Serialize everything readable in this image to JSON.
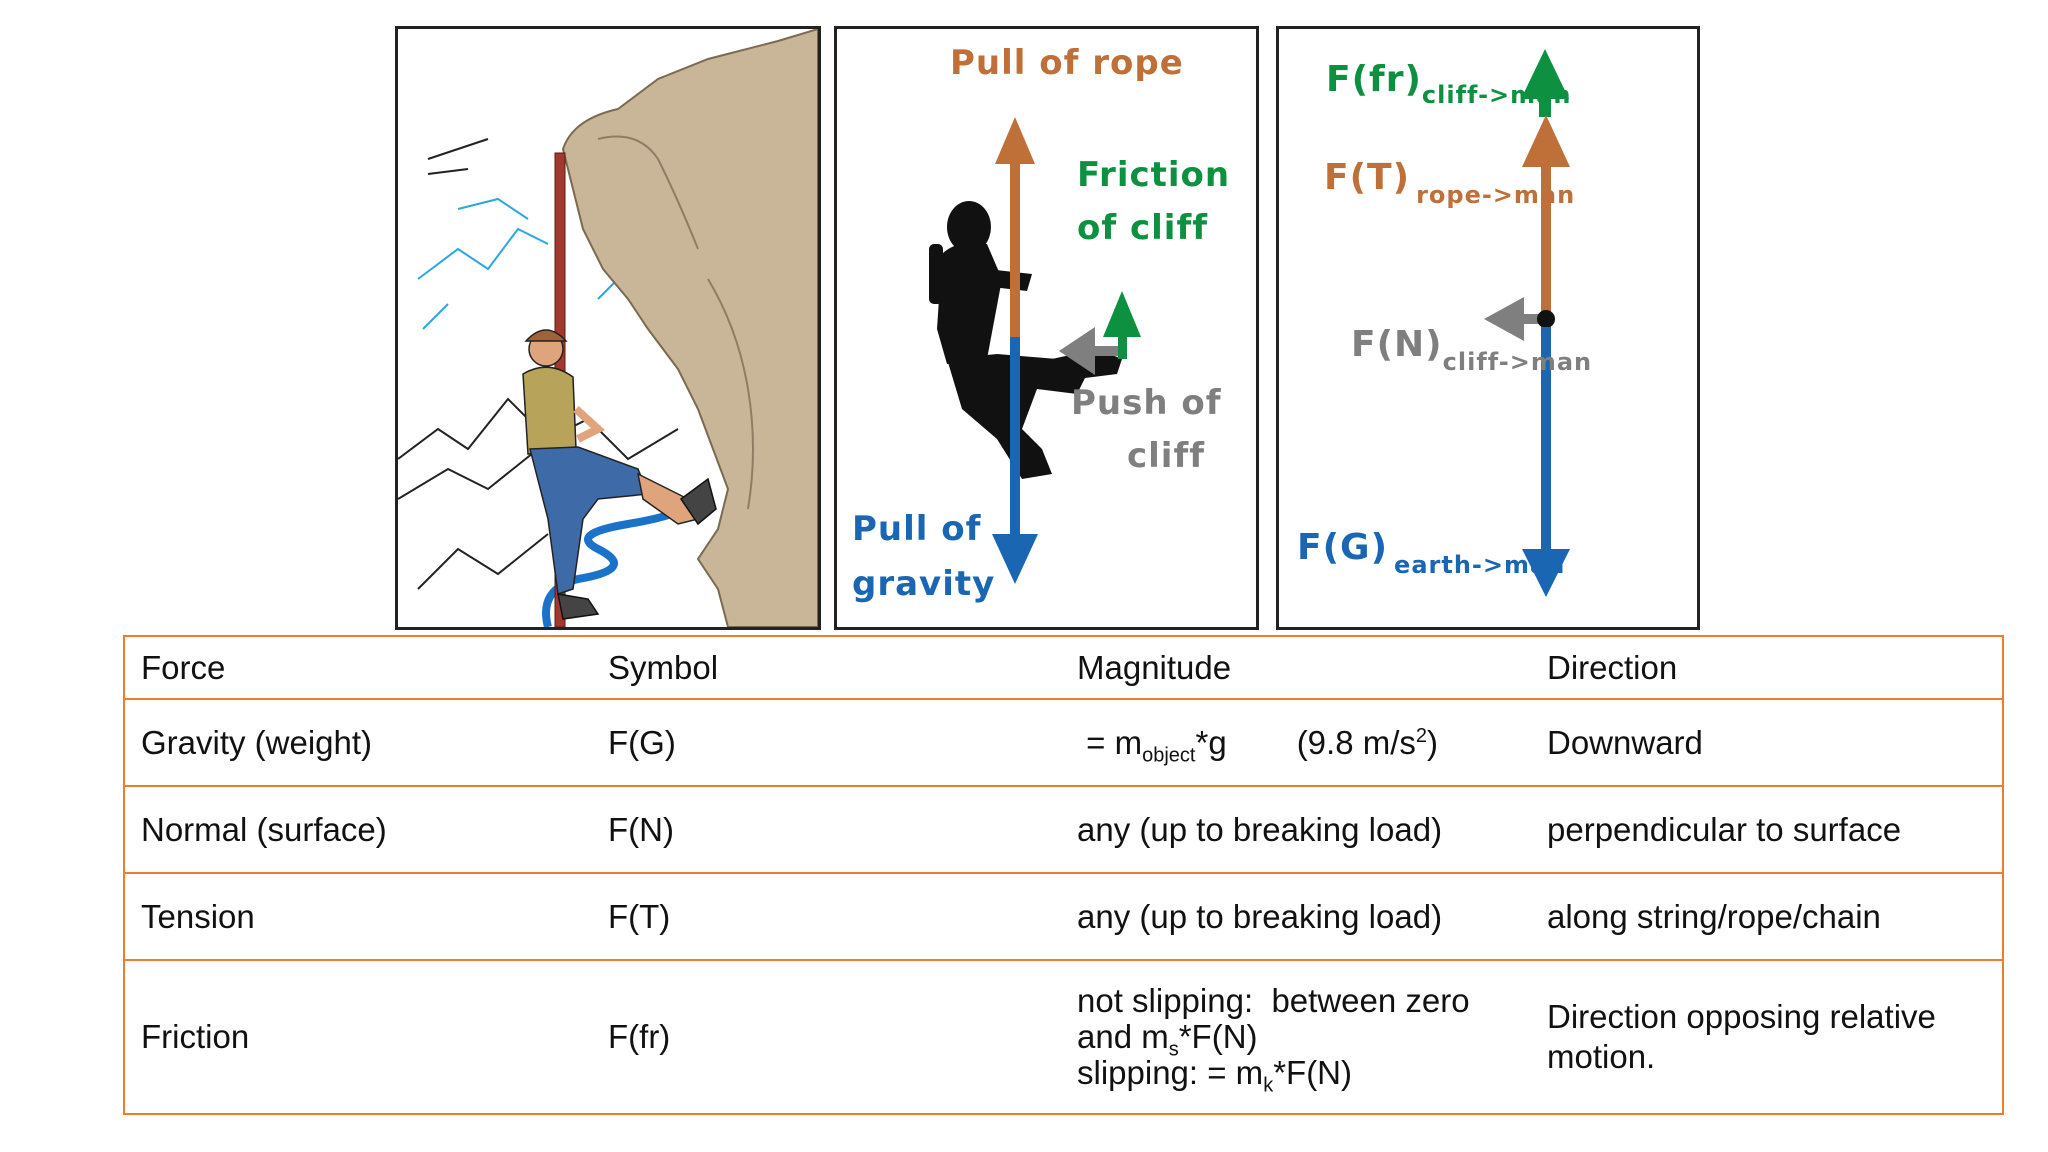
{
  "panel2": {
    "pull_rope": "Pull of rope",
    "friction_line1": "Friction",
    "friction_line2": "of cliff",
    "push_line1": "Push of",
    "push_line2": "cliff",
    "gravity_line1": "Pull of",
    "gravity_line2": "gravity"
  },
  "panel3": {
    "ffr_main": "F(fr)",
    "ffr_sub": "cliff->man",
    "ft_main": "F(T)",
    "ft_sub": "rope->man",
    "fn_main": "F(N)",
    "fn_sub": "cliff->man",
    "fg_main": "F(G)",
    "fg_sub": "earth->man"
  },
  "colors": {
    "rope_force": "#bf7038",
    "friction_force": "#0d9140",
    "normal_force": "#7f7f7f",
    "gravity_force": "#1a66b3",
    "table_border": "#ed7d31"
  },
  "table": {
    "headers": [
      "Force",
      "Symbol",
      "Magnitude",
      "Direction"
    ],
    "gravity": {
      "force": "Gravity (weight)",
      "symbol": "F(G)",
      "mag_prefix": " = m",
      "mag_sub": "object",
      "mag_mid": "*g",
      "mag_paren_open": "(9.8 m/s",
      "mag_sup": "2",
      "mag_paren_close": ")",
      "direction": "Downward"
    },
    "normal": {
      "force": "Normal (surface)",
      "symbol": "F(N)",
      "magnitude": "any (up to breaking load)",
      "direction": "perpendicular to surface"
    },
    "tension": {
      "force": "Tension",
      "symbol": "F(T)",
      "magnitude": "any (up to breaking load)",
      "direction": "along string/rope/chain"
    },
    "friction": {
      "force": "Friction",
      "symbol": "F(fr)",
      "mag1": "not slipping:  between zero",
      "mag2_a": "and m",
      "mag2_sub": "s",
      "mag2_b": "*F(N)",
      "mag3_a": "slipping: = m",
      "mag3_sub": "k",
      "mag3_b": "*F(N)",
      "direction": "Direction opposing relative motion."
    }
  }
}
